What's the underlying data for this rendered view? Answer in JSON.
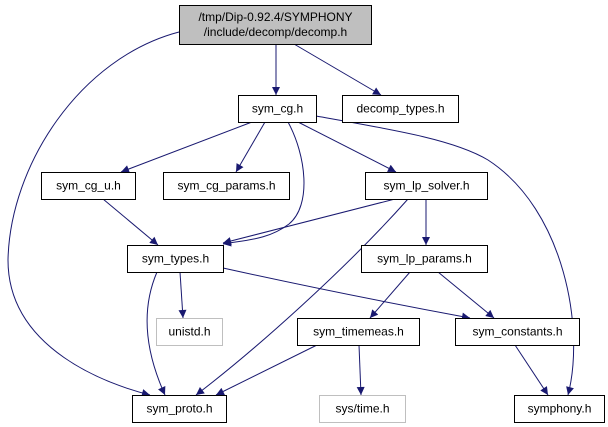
{
  "colors": {
    "edge": "#191970",
    "node_border": "#000000",
    "node_fill": "#ffffff",
    "root_fill": "#bfbfbf",
    "missing_border": "#bfbfbf"
  },
  "nodes": {
    "decomp_h": {
      "lines": [
        "/tmp/Dip-0.92.4/SYMPHONY",
        "/include/decomp/decomp.h"
      ],
      "kind": "root"
    },
    "sym_cg_h": {
      "lines": [
        "sym_cg.h"
      ],
      "kind": "normal"
    },
    "decomp_types_h": {
      "lines": [
        "decomp_types.h"
      ],
      "kind": "normal"
    },
    "sym_cg_u_h": {
      "lines": [
        "sym_cg_u.h"
      ],
      "kind": "normal"
    },
    "sym_cg_params_h": {
      "lines": [
        "sym_cg_params.h"
      ],
      "kind": "normal"
    },
    "sym_lp_solver_h": {
      "lines": [
        "sym_lp_solver.h"
      ],
      "kind": "normal"
    },
    "sym_types_h": {
      "lines": [
        "sym_types.h"
      ],
      "kind": "normal"
    },
    "sym_lp_params_h": {
      "lines": [
        "sym_lp_params.h"
      ],
      "kind": "normal"
    },
    "unistd_h": {
      "lines": [
        "unistd.h"
      ],
      "kind": "missing"
    },
    "sym_timemeas_h": {
      "lines": [
        "sym_timemeas.h"
      ],
      "kind": "normal"
    },
    "sym_constants_h": {
      "lines": [
        "sym_constants.h"
      ],
      "kind": "normal"
    },
    "sym_proto_h": {
      "lines": [
        "sym_proto.h"
      ],
      "kind": "normal"
    },
    "sys_time_h": {
      "lines": [
        "sys/time.h"
      ],
      "kind": "missing"
    },
    "symphony_h": {
      "lines": [
        "symphony.h"
      ],
      "kind": "normal"
    }
  },
  "edges": [
    {
      "from": "decomp_h",
      "to": "sym_cg_h"
    },
    {
      "from": "decomp_h",
      "to": "decomp_types_h"
    },
    {
      "from": "decomp_h",
      "to": "sym_proto_h"
    },
    {
      "from": "sym_cg_h",
      "to": "sym_cg_u_h"
    },
    {
      "from": "sym_cg_h",
      "to": "sym_cg_params_h"
    },
    {
      "from": "sym_cg_h",
      "to": "sym_lp_solver_h"
    },
    {
      "from": "sym_cg_h",
      "to": "sym_types_h"
    },
    {
      "from": "sym_cg_h",
      "to": "symphony_h"
    },
    {
      "from": "sym_cg_u_h",
      "to": "sym_types_h"
    },
    {
      "from": "sym_lp_solver_h",
      "to": "sym_types_h"
    },
    {
      "from": "sym_lp_solver_h",
      "to": "sym_lp_params_h"
    },
    {
      "from": "sym_lp_solver_h",
      "to": "sym_proto_h"
    },
    {
      "from": "sym_types_h",
      "to": "unistd_h"
    },
    {
      "from": "sym_types_h",
      "to": "sym_proto_h"
    },
    {
      "from": "sym_types_h",
      "to": "sym_constants_h"
    },
    {
      "from": "sym_lp_params_h",
      "to": "sym_timemeas_h"
    },
    {
      "from": "sym_lp_params_h",
      "to": "sym_constants_h"
    },
    {
      "from": "sym_timemeas_h",
      "to": "sym_proto_h"
    },
    {
      "from": "sym_timemeas_h",
      "to": "sys_time_h"
    },
    {
      "from": "sym_constants_h",
      "to": "symphony_h"
    }
  ]
}
